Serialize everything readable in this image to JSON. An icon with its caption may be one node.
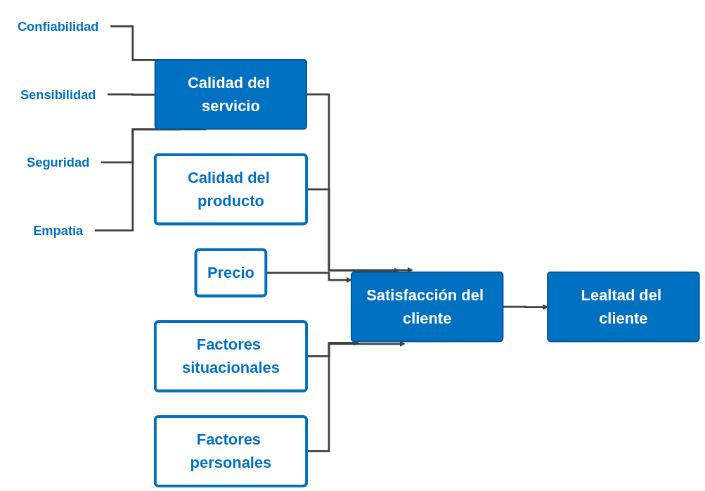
{
  "diagram": {
    "nodes": [
      {
        "text": [
          "Confiabilidad"
        ]
      },
      {
        "text": [
          "Sensibilidad"
        ]
      },
      {
        "text": [
          "Seguridad"
        ]
      },
      {
        "text": [
          "Empatía"
        ]
      },
      {
        "text": [
          "Calidad del servicio"
        ]
      },
      {
        "text": [
          "Calidad del producto"
        ]
      },
      {
        "text": [
          "Precio"
        ]
      },
      {
        "text": [
          "Factores situacionales"
        ]
      },
      {
        "text": [
          "Satisfacción del cliente"
        ]
      },
      {
        "text": [
          "Lealtad del cliente"
        ]
      },
      {
        "text": [
          "Factores personales"
        ]
      }
    ],
    "edges": [
      {
        "from": 0,
        "to": 4,
        "arrow": "none"
      },
      {
        "from": 1,
        "to": 4,
        "arrow": "none"
      },
      {
        "from": 2,
        "to": 4,
        "arrow": "none"
      },
      {
        "from": 3,
        "to": 4,
        "arrow": "none"
      },
      {
        "from": 4,
        "to": 8,
        "arrow": "to"
      },
      {
        "from": 5,
        "to": 8,
        "arrow": "to"
      },
      {
        "from": 6,
        "to": 8,
        "arrow": "to"
      },
      {
        "from": 7,
        "to": 8,
        "arrow": "to"
      },
      {
        "from": 10,
        "to": 8,
        "arrow": "to"
      },
      {
        "from": 8,
        "to": 9,
        "arrow": "to"
      }
    ]
  }
}
